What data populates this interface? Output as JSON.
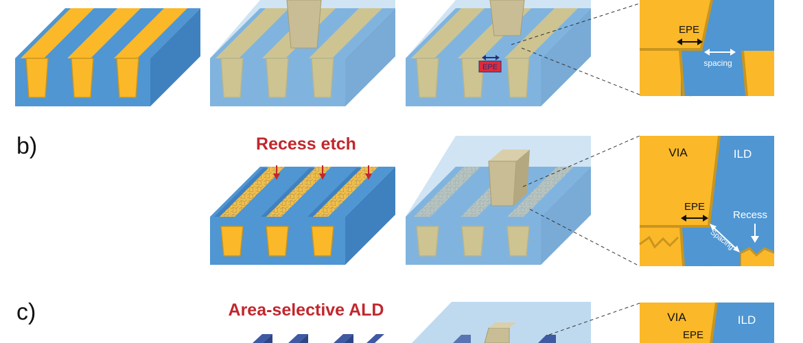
{
  "panel_labels": {
    "b": "b)",
    "c": "c)"
  },
  "titles": {
    "recess_etch": "Recess etch",
    "area_selective_ald": "Area-selective ALD"
  },
  "zoom_a": {
    "epe": "EPE",
    "spacing": "spacing"
  },
  "stack_a_epe_tag": "EPE",
  "zoom_b": {
    "via": "VIA",
    "ild": "ILD",
    "epe": "EPE",
    "recess": "Recess",
    "spacing": "Spacing"
  },
  "zoom_c": {
    "via": "VIA",
    "ild": "ILD",
    "epe": "EPE"
  },
  "colors": {
    "ild_blue": "#4f96d3",
    "ild_side": "#3f81bf",
    "metal_yellow": "#fbb829",
    "metal_edge": "#c8951e",
    "glass": "#a9cdea",
    "via_tan": "#c8bd94",
    "title_red": "#c1272d",
    "ald_block": "#3f5aa3"
  }
}
